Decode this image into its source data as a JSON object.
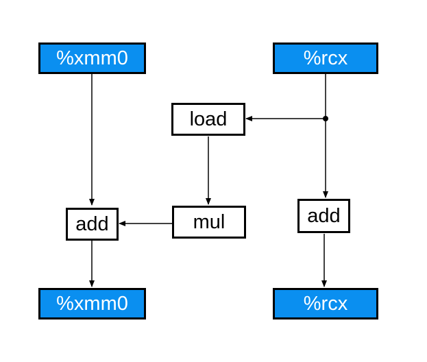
{
  "nodes": {
    "xmm0_in": "%xmm0",
    "rcx_in": "%rcx",
    "load": "load",
    "mul": "mul",
    "add_left": "add",
    "add_right": "add",
    "xmm0_out": "%xmm0",
    "rcx_out": "%rcx"
  },
  "colors": {
    "register_fill": "#0a8ff0",
    "border": "#000000",
    "edge": "#000000"
  },
  "edges": [
    [
      "xmm0_in",
      "add_left"
    ],
    [
      "rcx_in",
      "load"
    ],
    [
      "rcx_in",
      "add_right"
    ],
    [
      "load",
      "mul"
    ],
    [
      "mul",
      "add_left"
    ],
    [
      "add_left",
      "xmm0_out"
    ],
    [
      "add_right",
      "rcx_out"
    ]
  ]
}
